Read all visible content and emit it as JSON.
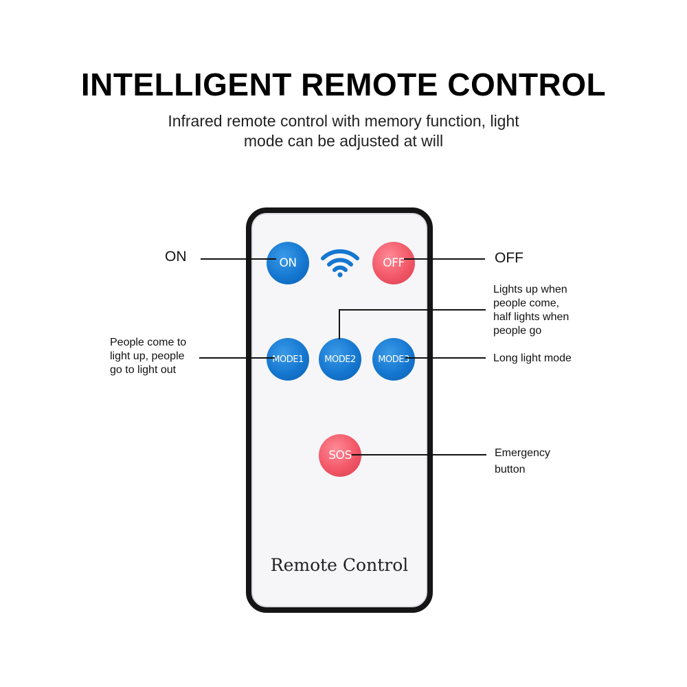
{
  "header": {
    "title": "INTELLIGENT REMOTE CONTROL",
    "subtitle_line1": "Infrared remote control with memory function, light",
    "subtitle_line2": "mode can be adjusted at will"
  },
  "remote": {
    "buttons": {
      "on": "ON",
      "off": "OFF",
      "mode1": "MODE1",
      "mode2": "MODE2",
      "mode3": "MODE3",
      "sos": "SOS"
    },
    "brand": "Remote Control",
    "icons": {
      "signal": "wifi-signal-icon"
    }
  },
  "annotations": {
    "on": "ON",
    "off": "OFF",
    "mode1": [
      "People come to",
      "light up, people",
      "go to light out"
    ],
    "mode2": [
      "Lights up when",
      "people come,",
      "half lights when",
      "people go"
    ],
    "mode3": "Long light mode",
    "sos": [
      "Emergency",
      "button"
    ]
  },
  "colors": {
    "blue_button": "#1577d0",
    "red_button": "#f25767",
    "body_border": "#151515",
    "body_fill": "#f6f6f9"
  }
}
